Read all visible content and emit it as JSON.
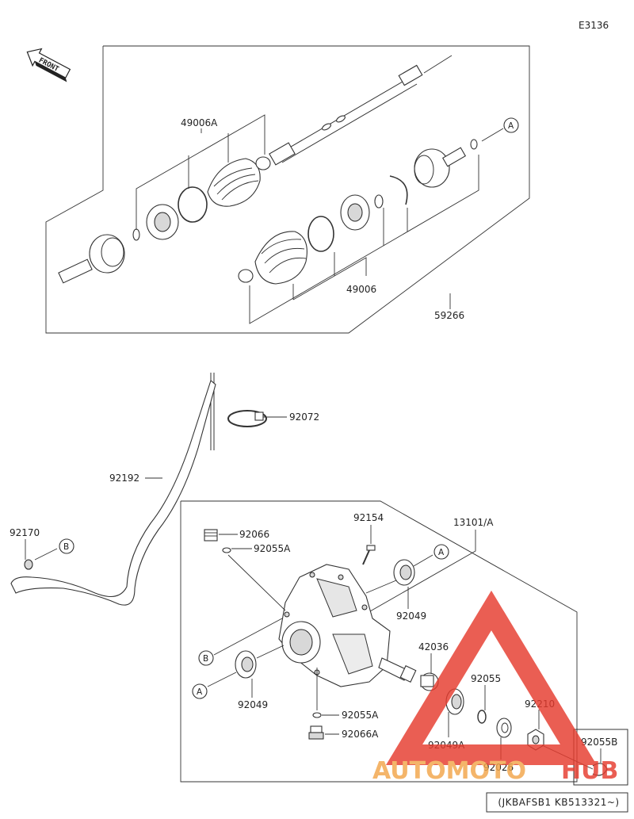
{
  "diagram_id": "E3136",
  "front_label": "FRONT",
  "part_numbers": {
    "p49006A": "49006A",
    "p49006": "49006",
    "p59266": "59266",
    "p92072": "92072",
    "p92192": "92192",
    "p92170": "92170",
    "p92066": "92066",
    "p92055A_top": "92055A",
    "p92154": "92154",
    "p13101A": "13101/A",
    "p92049_right": "92049",
    "p92049_left": "92049",
    "p42036": "42036",
    "p92055": "92055",
    "p92210": "92210",
    "p92055A_bottom": "92055A",
    "p92066A": "92066A",
    "p92049A": "92049A",
    "p92026": "92026",
    "p92055B": "92055B"
  },
  "ref_markers": {
    "a_top": "A",
    "b_left": "B",
    "a_housing": "A",
    "b_housing": "B",
    "a_lower": "A"
  },
  "serial_code": "(JKBAFSB1 KB513321~)",
  "watermark": {
    "text_left": "AUTOMOTO",
    "text_right": "HUB",
    "color_red": "#e63b2e",
    "color_orange": "#f2a64a"
  }
}
